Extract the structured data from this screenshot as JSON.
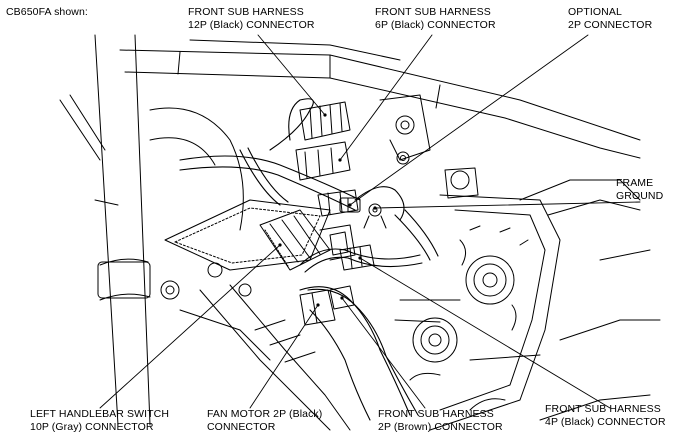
{
  "caption": "CB650FA shown:",
  "callouts": {
    "fsh_12p": {
      "line1": "FRONT SUB HARNESS",
      "line2": "12P (Black) CONNECTOR"
    },
    "fsh_6p": {
      "line1": "FRONT SUB HARNESS",
      "line2": "6P (Black) CONNECTOR"
    },
    "optional_2p": {
      "line1": "OPTIONAL",
      "line2": "2P CONNECTOR"
    },
    "frame_ground": {
      "line1": "FRAME",
      "line2": "GROUND"
    },
    "left_handlebar": {
      "line1": "LEFT HANDLEBAR SWITCH",
      "line2": "10P (Gray) CONNECTOR"
    },
    "fan_motor": {
      "line1": "FAN MOTOR 2P (Black)",
      "line2": "CONNECTOR"
    },
    "fsh_2p": {
      "line1": "FRONT SUB HARNESS",
      "line2": "2P (Brown) CONNECTOR"
    },
    "fsh_4p": {
      "line1": "FRONT SUB HARNESS",
      "line2": "4P (Black) CONNECTOR"
    }
  },
  "colors": {
    "ink": "#000000",
    "paper": "#ffffff"
  }
}
